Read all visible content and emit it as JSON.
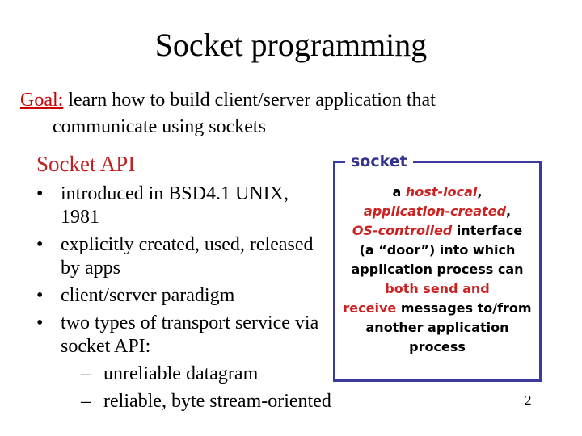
{
  "colors": {
    "background": "#ffffff",
    "text_black": "#000000",
    "goal_red": "#cc0000",
    "heading_red": "#bb2222",
    "box_border_blue": "#3b3b9d",
    "box_label_blue": "#34348c",
    "box_accent_red": "#cc2222"
  },
  "title": "Socket programming",
  "goal": {
    "label": "Goal:",
    "line1": " learn how to build client/server application that",
    "line2": "communicate using sockets"
  },
  "socket_api": {
    "heading": "Socket API",
    "bullets": [
      {
        "marker": "•",
        "lines": [
          "introduced in BSD4.1 UNIX,",
          "1981"
        ]
      },
      {
        "marker": "•",
        "lines": [
          "explicitly created, used, released",
          "by apps"
        ]
      },
      {
        "marker": "•",
        "lines": [
          "client/server paradigm"
        ]
      },
      {
        "marker": "•",
        "lines": [
          "two types of transport service via",
          "socket API:"
        ]
      },
      {
        "marker": "–",
        "lines": [
          "unreliable datagram"
        ]
      },
      {
        "marker": "–",
        "lines": [
          "reliable, byte stream-oriented"
        ]
      }
    ]
  },
  "socket_box": {
    "label": "socket",
    "lines": [
      {
        "segments": [
          {
            "text": "a ",
            "style": "plain"
          },
          {
            "text": "host-local",
            "style": "red-italic"
          },
          {
            "text": ",",
            "style": "plain"
          }
        ]
      },
      {
        "segments": [
          {
            "text": "application-created",
            "style": "red-italic"
          },
          {
            "text": ",",
            "style": "plain"
          }
        ]
      },
      {
        "segments": [
          {
            "text": "OS-controlled",
            "style": "red-italic"
          },
          {
            "text": " interface",
            "style": "plain"
          }
        ]
      },
      {
        "segments": [
          {
            "text": "(a “door”) into which",
            "style": "plain"
          }
        ]
      },
      {
        "segments": [
          {
            "text": "application process can",
            "style": "plain"
          }
        ]
      },
      {
        "segments": [
          {
            "text": "both send and",
            "style": "red"
          }
        ]
      },
      {
        "segments": [
          {
            "text": "receive",
            "style": "red"
          },
          {
            "text": " messages to/from",
            "style": "plain"
          }
        ]
      },
      {
        "segments": [
          {
            "text": "another application",
            "style": "plain"
          }
        ]
      },
      {
        "segments": [
          {
            "text": "process",
            "style": "plain"
          }
        ]
      }
    ]
  },
  "page_number": "2"
}
